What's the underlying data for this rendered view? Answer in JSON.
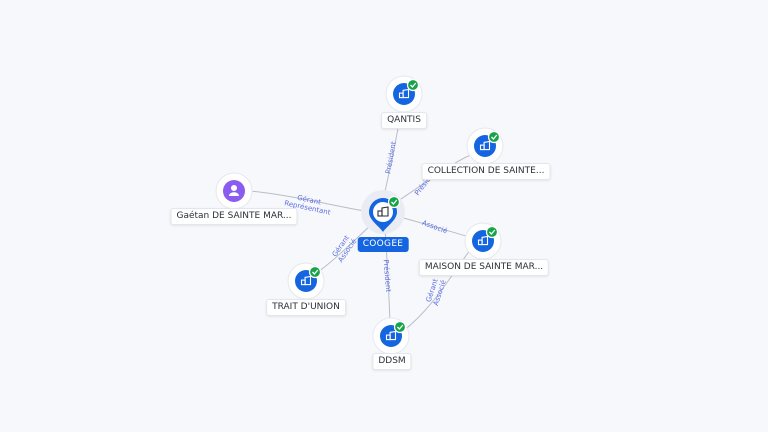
{
  "colors": {
    "company": "#1565e0",
    "person": "#8a5cf0",
    "check": "#17a34a",
    "edge": "#b9bdc8",
    "edge_label": "#5b6ee0"
  },
  "center": {
    "label": "COOGEE",
    "icon": "building-icon"
  },
  "nodes": [
    {
      "id": "qantis",
      "label": "QANTIS",
      "kind": "company",
      "icon": "building-icon"
    },
    {
      "id": "collection",
      "label": "COLLECTION DE SAINTE...",
      "kind": "company",
      "icon": "building-icon"
    },
    {
      "id": "maison",
      "label": "MAISON DE SAINTE MAR...",
      "kind": "company",
      "icon": "building-icon"
    },
    {
      "id": "ddsm",
      "label": "DDSM",
      "kind": "company",
      "icon": "building-icon"
    },
    {
      "id": "trait",
      "label": "TRAIT D'UNION",
      "kind": "company",
      "icon": "building-icon"
    },
    {
      "id": "gaetan",
      "label": "Gaétan DE SAINTE MAR...",
      "kind": "person",
      "icon": "person-icon"
    }
  ],
  "edge_labels": {
    "qantis": [
      "Président"
    ],
    "collection": [
      "Président"
    ],
    "maison": [
      "Associé"
    ],
    "ddsm": [
      "Président"
    ],
    "ddsm_maison": [
      "Gérant",
      "Associé"
    ],
    "trait": [
      "Gérant",
      "Associé"
    ],
    "gaetan": [
      "Gérant",
      "Représentant"
    ]
  }
}
